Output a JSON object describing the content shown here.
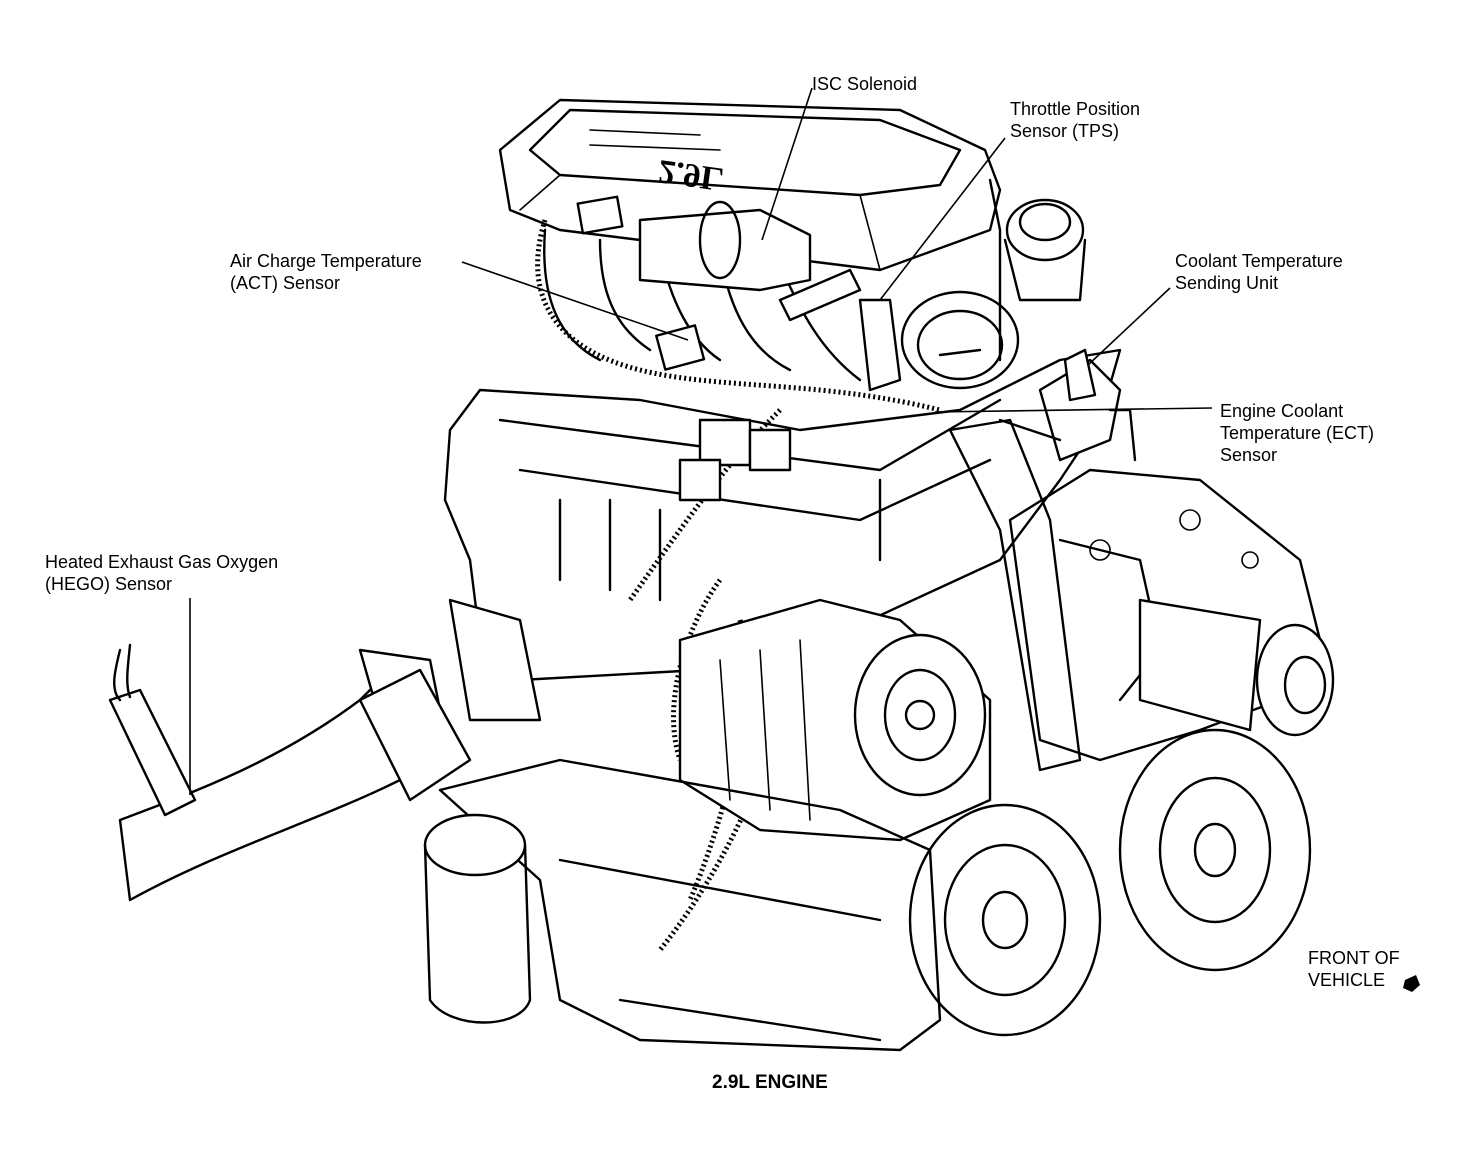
{
  "labels": {
    "isc_solenoid": "ISC Solenoid",
    "tps": [
      "Throttle Position",
      "Sensor (TPS)"
    ],
    "act": [
      "Air Charge Temperature",
      "(ACT) Sensor"
    ],
    "coolant_sending": [
      "Coolant Temperature",
      "Sending Unit"
    ],
    "ect": [
      "Engine Coolant",
      "Temperature (ECT)",
      "Sensor"
    ],
    "hego": [
      "Heated Exhaust Gas Oxygen",
      "(HEGO) Sensor"
    ],
    "front_of_vehicle": [
      "FRONT OF",
      "VEHICLE"
    ]
  },
  "caption": "2.9L ENGINE",
  "intake_plate_text": "2.9L",
  "icons": {
    "front_arrow": "arrow-dot-icon"
  }
}
